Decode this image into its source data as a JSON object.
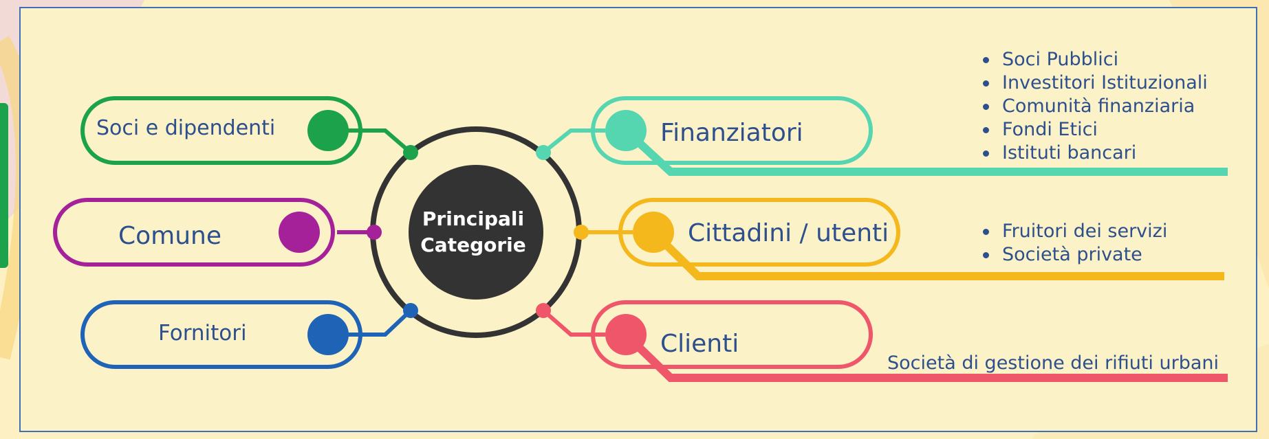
{
  "center": {
    "line1": "Principali",
    "line2": "Categorie"
  },
  "categories": {
    "soci": {
      "label": "Soci e dipendenti",
      "color": "#1ba24a"
    },
    "comune": {
      "label": "Comune",
      "color": "#a5219a"
    },
    "fornitori": {
      "label": "Fornitori",
      "color": "#1e63b6"
    },
    "finanziatori": {
      "label": "Finanziatori",
      "color": "#56d6b0",
      "items": [
        "Soci Pubblici",
        "Investitori Istituzionali",
        "Comunità finanziaria",
        "Fondi Etici",
        "Istituti bancari"
      ]
    },
    "cittadini": {
      "label": "Cittadini / utenti",
      "color": "#f5b81c",
      "items": [
        "Fruitori dei  servizi",
        "Società private"
      ]
    },
    "clienti": {
      "label": "Clienti",
      "color": "#f0566a",
      "note": "Società di gestione dei rifiuti urbani"
    }
  },
  "colors": {
    "text": "#2d4f8e",
    "hub": "#333333",
    "ring": "#333333",
    "frame": "#3e70b8",
    "background": "#fbf2c7"
  }
}
